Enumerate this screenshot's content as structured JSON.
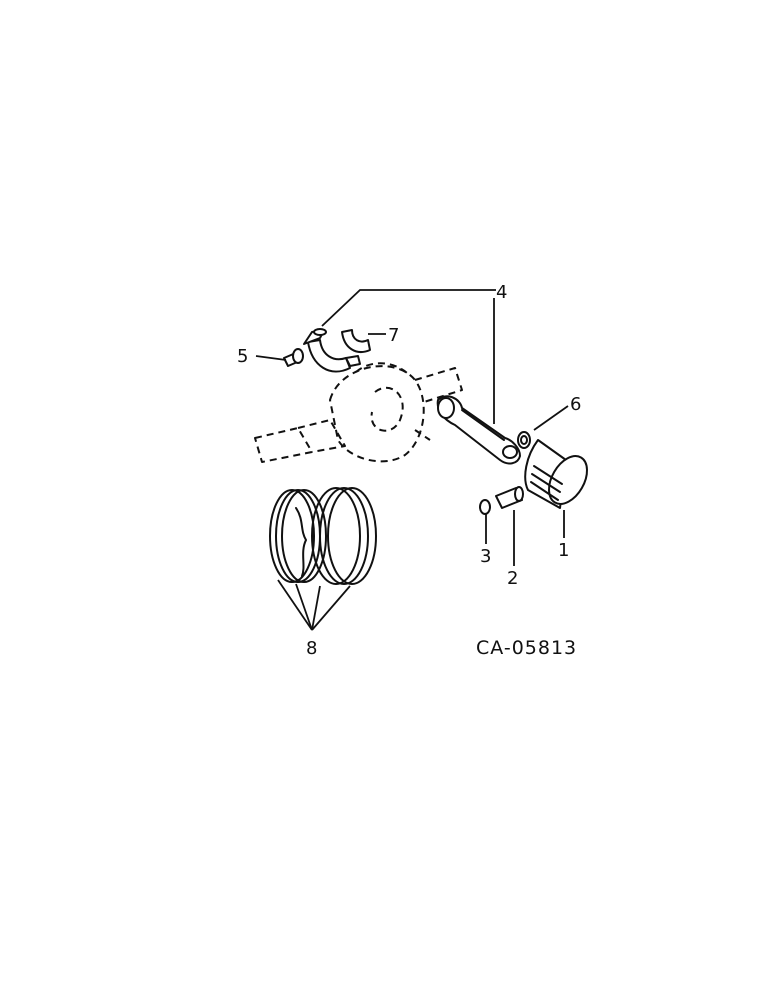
{
  "diagram": {
    "reference_code": "CA-05813",
    "callouts": {
      "c1": "1",
      "c2": "2",
      "c3": "3",
      "c4": "4",
      "c5": "5",
      "c6": "6",
      "c7": "7",
      "c8": "8"
    }
  }
}
